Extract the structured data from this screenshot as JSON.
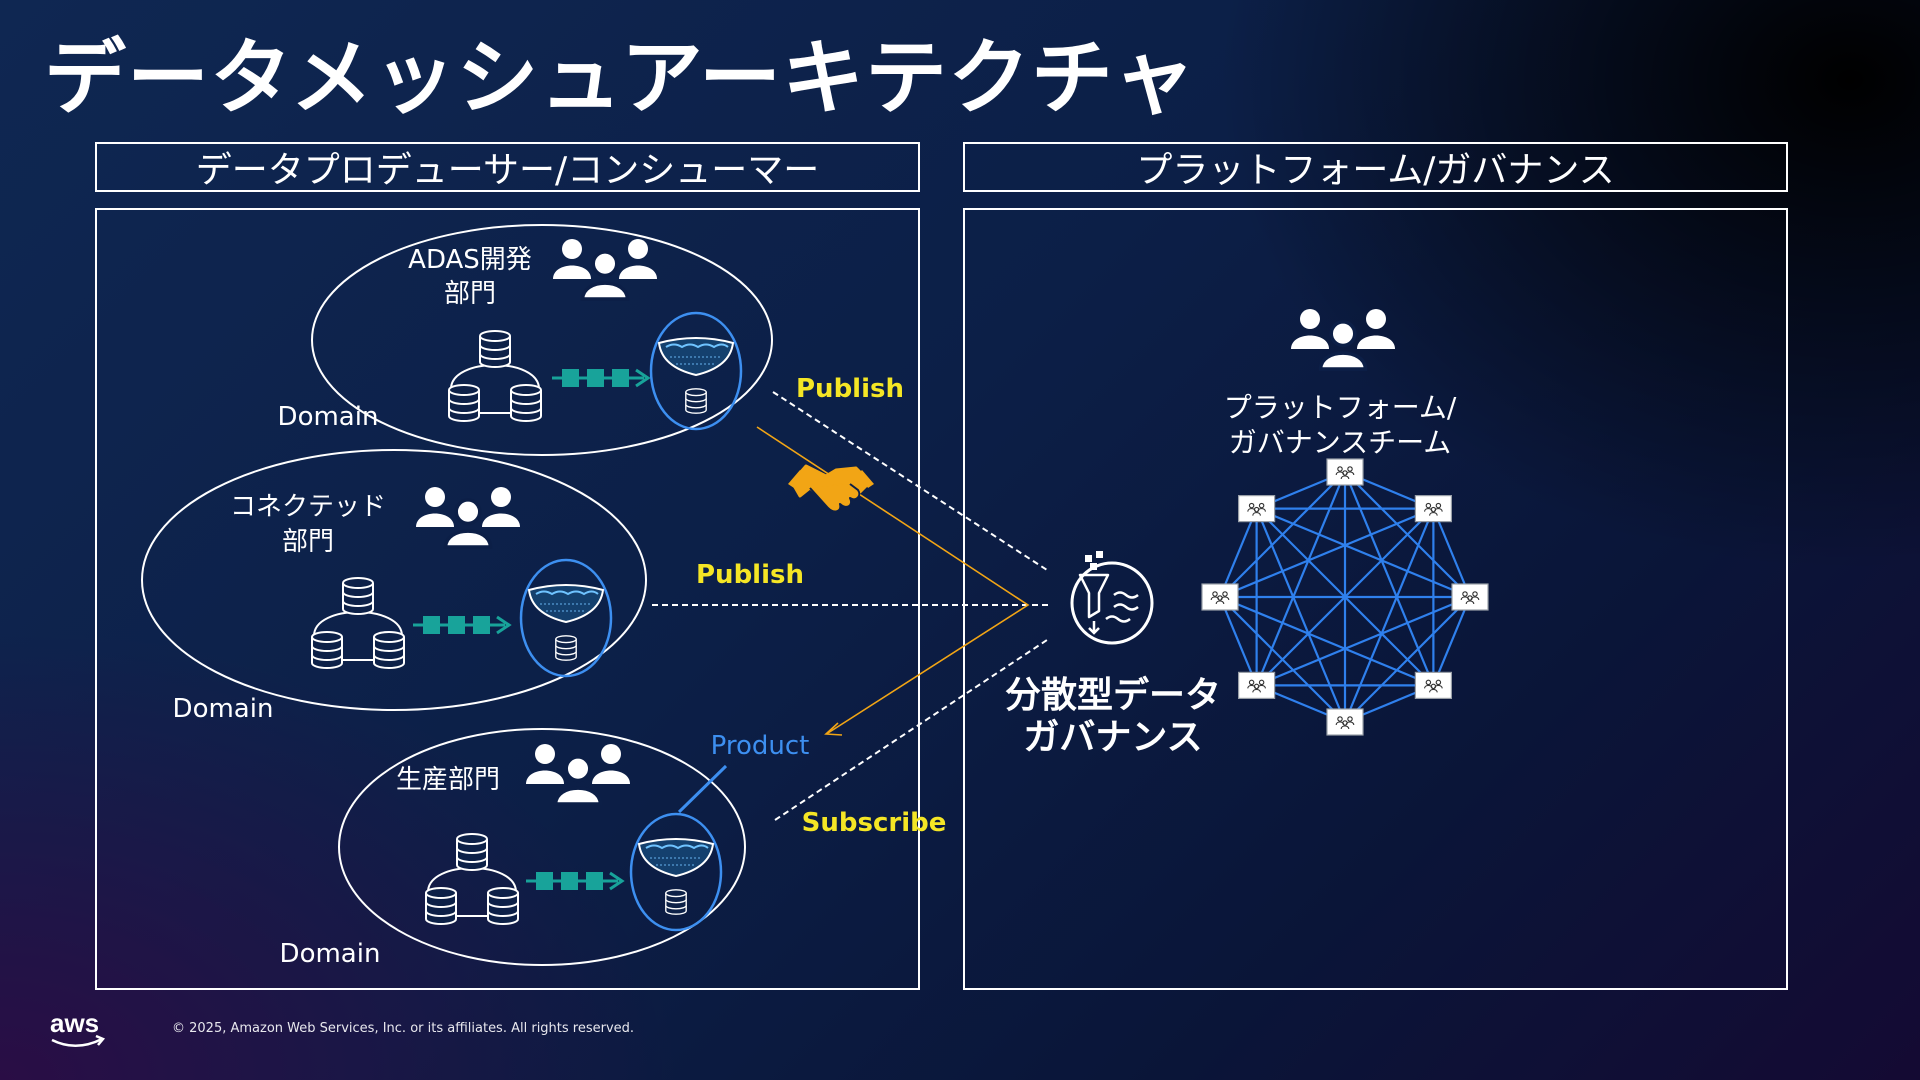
{
  "title": "データメッシュアーキテクチャ",
  "headers": {
    "left": "データプロデューサー/コンシューマー",
    "right": "プラットフォーム/ガバナンス"
  },
  "domains": [
    {
      "name_lines": [
        "ADAS開発",
        "部門"
      ],
      "domain_label": "Domain"
    },
    {
      "name_lines": [
        "コネクテッド",
        "部門"
      ],
      "domain_label": "Domain"
    },
    {
      "name_lines": [
        "生産部門"
      ],
      "domain_label": "Domain"
    }
  ],
  "flows": {
    "publish_1": "Publish",
    "publish_2": "Publish",
    "subscribe": "Subscribe",
    "product": "Product"
  },
  "governance": {
    "title_lines": [
      "分散型データ",
      "ガバナンス"
    ],
    "team_lines": [
      "プラットフォーム/",
      "ガバナンスチーム"
    ]
  },
  "footer": {
    "logo": "aws",
    "copyright": "© 2025, Amazon Web Services, Inc. or its affiliates. All rights reserved."
  },
  "colors": {
    "accent_yellow": "#f5e625",
    "product_blue": "#3d8ff0",
    "mesh_blue": "#2f80ed",
    "pipeline_teal": "#18a39a",
    "handshake_orange": "#f2a515"
  },
  "icons": {
    "people": "people-group-icon",
    "database": "database-cluster-icon",
    "pipeline": "data-pipeline-icon",
    "lake": "data-lake-icon",
    "handshake": "handshake-icon",
    "governance": "governance-funnel-icon",
    "mesh_node": "team-node-icon"
  }
}
